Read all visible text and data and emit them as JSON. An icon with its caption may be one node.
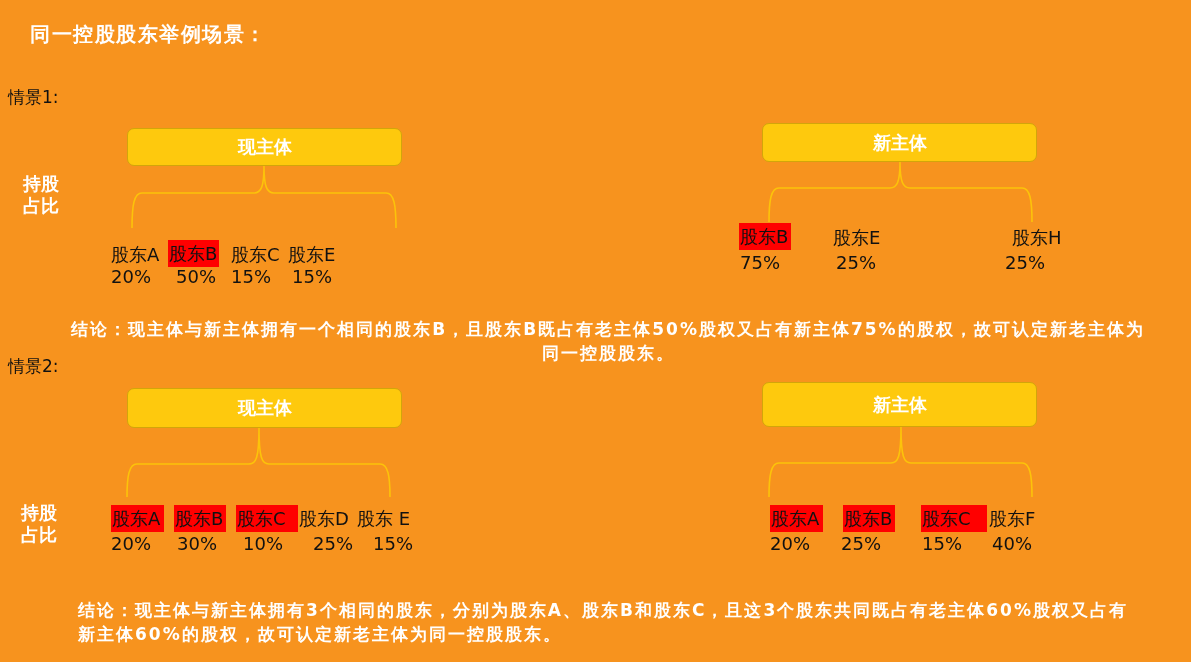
{
  "diagram": {
    "title": "同一控股股东举例场景：",
    "nodes": [
      {
        "text": [
          "现主体"
        ]
      },
      {
        "text": [
          "新主体"
        ]
      },
      {
        "text": [
          "股东B"
        ],
        "beside": [
          "50%"
        ]
      },
      {
        "text": [
          "股东B"
        ],
        "beside": [
          "75%"
        ]
      },
      {
        "text": [
          "现主体"
        ]
      },
      {
        "text": [
          "新主体"
        ]
      },
      {
        "text": [
          "股东A"
        ],
        "beside": [
          "20%"
        ]
      },
      {
        "text": [
          "股东B"
        ],
        "beside": [
          "30%"
        ]
      },
      {
        "text": [
          "股东C"
        ],
        "beside": [
          "10%"
        ]
      },
      {
        "text": [
          "股东A"
        ],
        "beside": [
          "20%"
        ]
      },
      {
        "text": [
          "股东B"
        ],
        "beside": [
          "25%"
        ]
      },
      {
        "text": [
          "股东C"
        ],
        "beside": [
          "15%"
        ]
      }
    ],
    "labels": [
      "情景1:",
      "持股占比",
      "股东A",
      "20%",
      "股东C",
      "15%",
      "股东E",
      "15%",
      "股东E",
      "25%",
      "股东H",
      "25%",
      "结论：现主体与新主体拥有一个相同的股东B，且股东B既占有老主体50%股权又占有新主体75%的股权，故可认定新老主体为同一控股股东。",
      "情景2:",
      "持股占比",
      "股东D",
      "25%",
      "股东 E",
      "15%",
      "股东F",
      "40%",
      "结论：现主体与新主体拥有3个相同的股东，分别为股东A、股东B和股东C，且这3个股东共同既占有老主体60%股权又占有新主体60%的股权，故可认定新老主体为同一控股股东。"
    ]
  }
}
